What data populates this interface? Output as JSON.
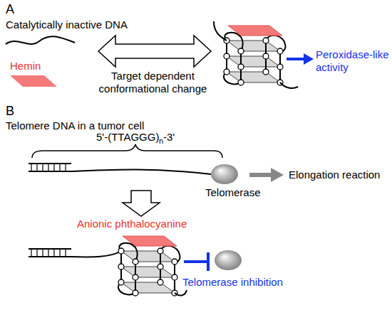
{
  "diagram": {
    "nodes": [
      {
        "text": [
          "Telomerase"
        ]
      }
    ],
    "labels": [
      "A",
      "Catalytically inactive DNA",
      "Hemin",
      "Target dependent conformational change",
      "Peroxidase-like activity",
      "B",
      "Telomere DNA in a tumor cell",
      "5'-(TTAGGG)",
      "n",
      "-3'",
      "Elongation reaction",
      "Anionic phthalocyanine",
      "Telomerase inhibition"
    ]
  }
}
